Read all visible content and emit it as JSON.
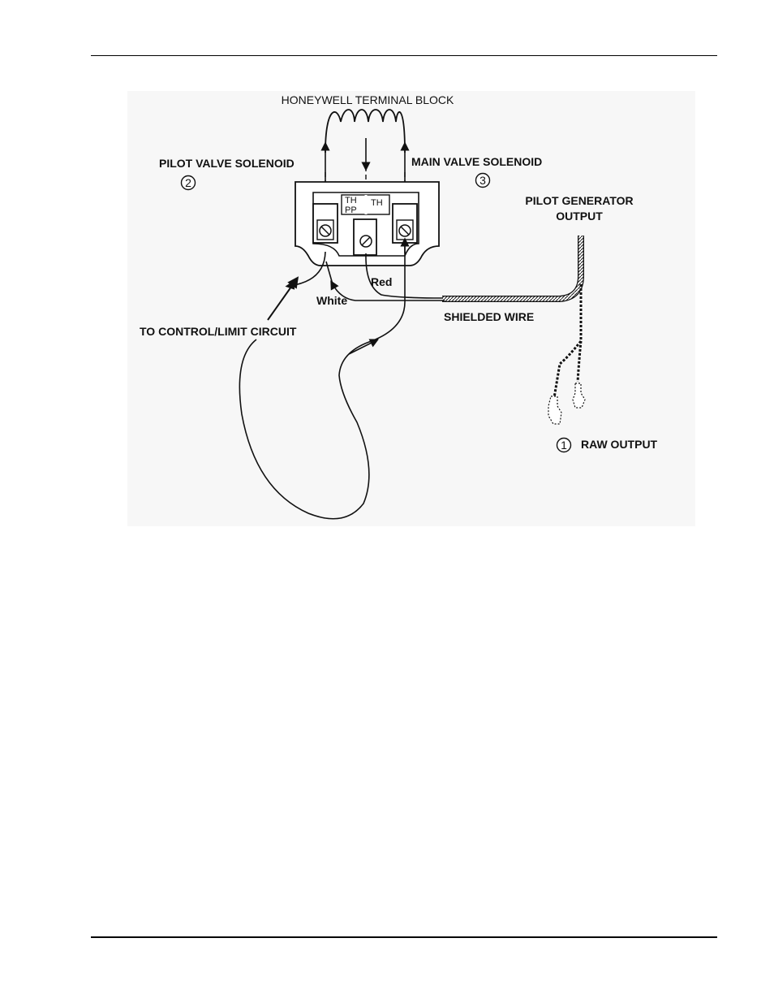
{
  "diagram": {
    "title": "HONEYWELL TERMINAL BLOCK",
    "pilot_valve": {
      "label": "PILOT VALVE SOLENOID",
      "number": "2"
    },
    "main_valve": {
      "label": "MAIN VALVE SOLENOID",
      "number": "3"
    },
    "pilot_generator": {
      "line1": "PILOT GENERATOR",
      "line2": "OUTPUT"
    },
    "terminal_labels": {
      "th_left": "TH",
      "pp": "PP",
      "th_right": "TH"
    },
    "wires": {
      "red": "Red",
      "white": "White",
      "shielded": "SHIELDED WIRE"
    },
    "control_circuit": "TO CONTROL/LIMIT CIRCUIT",
    "raw_output": {
      "number": "1",
      "label": "RAW OUTPUT"
    }
  }
}
